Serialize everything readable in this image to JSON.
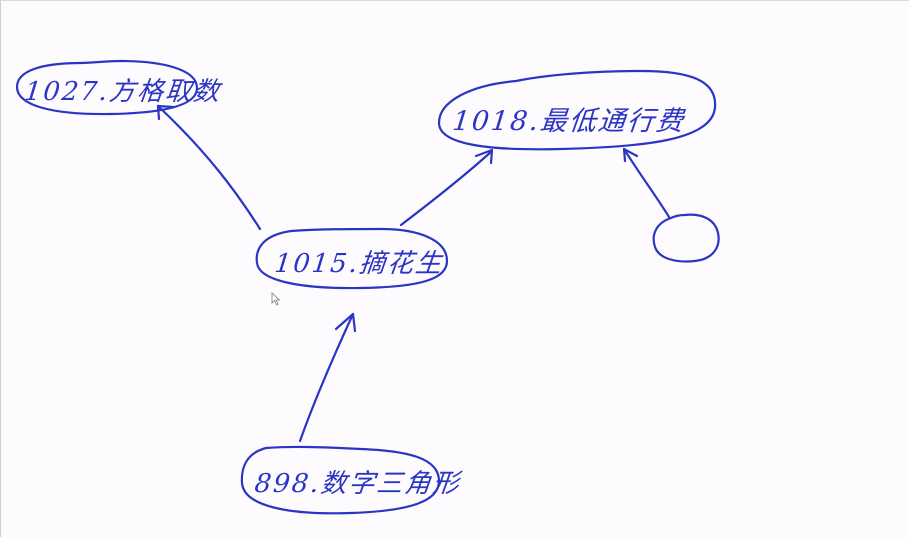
{
  "whiteboard": {
    "pen_color": "#2b35c4",
    "background_color": "#fdfbfe",
    "nodes": [
      {
        "id": "n1027",
        "label": "1027.方格取数"
      },
      {
        "id": "n1018",
        "label": "1018.最低通行费"
      },
      {
        "id": "n1015",
        "label": "1015.摘花生"
      },
      {
        "id": "n898",
        "label": "898.数字三角形"
      },
      {
        "id": "empty",
        "label": ""
      }
    ],
    "edges": [
      {
        "from": "n1015",
        "to": "n1027"
      },
      {
        "from": "n1015",
        "to": "n1018"
      },
      {
        "from": "n898",
        "to": "n1015"
      },
      {
        "from": "empty",
        "to": "n1018"
      }
    ]
  }
}
